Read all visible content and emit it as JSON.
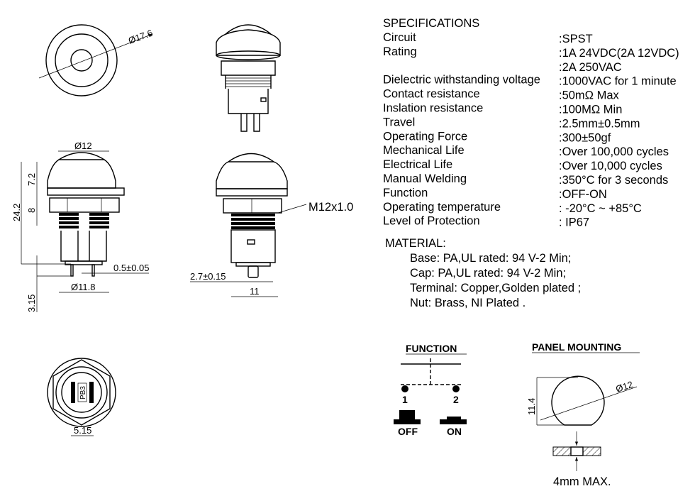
{
  "specifications": {
    "title": "SPECIFICATIONS",
    "rows": [
      {
        "label": "Circuit",
        "value": ":SPST"
      },
      {
        "label": "Rating",
        "value": ":1A 24VDC(2A 12VDC)"
      },
      {
        "label": "",
        "value": ":2A 250VAC"
      },
      {
        "label": "Dielectric withstanding voltage",
        "value": ":1000VAC for 1 minute"
      },
      {
        "label": "Contact resistance",
        "value": ":50mΩ   Max"
      },
      {
        "label": "Inslation resistance",
        "value": ":100MΩ  Min"
      },
      {
        "label": "Travel",
        "value": ":2.5mm±0.5mm"
      },
      {
        "label": "Operating Force",
        "value": ":300±50gf"
      },
      {
        "label": "Mechanical Life",
        "value": ":Over 100,000 cycles"
      },
      {
        "label": "Electrical Life",
        "value": ":Over 10,000 cycles"
      },
      {
        "label": "Manual Welding",
        "value": ":350°C for 3 seconds"
      },
      {
        "label": "Function",
        "value": ":OFF-ON"
      },
      {
        "label": "Operating temperature",
        "value": ": -20°C ~ +85°C"
      },
      {
        "label": "Level of Protection",
        "value": ": IP67"
      }
    ]
  },
  "material": {
    "title": "MATERIAL:",
    "lines": [
      "Base: PA,UL rated: 94 V-2 Min;",
      "Cap: PA,UL rated: 94 V-2 Min;",
      "Terminal: Copper,Golden plated ;",
      "Nut: Brass, NI Plated ."
    ]
  },
  "dimensions": {
    "top_diameter": "Ø17.6",
    "cap_diameter": "Ø12",
    "cap_height": "7.2",
    "total_height": "24.2",
    "thread_length": "8",
    "pin_width": "0.5±0.05",
    "body_diameter": "Ø11.8",
    "pin_length": "3.15",
    "thread": "M12x1.0",
    "pin_spacing": "2.7±0.15",
    "body_width": "11",
    "bottom_marking": "PB3",
    "bottom_dim": "5.15"
  },
  "function_diagram": {
    "title": "FUNCTION",
    "terminal_1": "1",
    "terminal_2": "2",
    "state_off": "OFF",
    "state_on": "ON"
  },
  "panel_mounting": {
    "title": "PANEL MOUNTING",
    "hole_diameter": "Ø12",
    "flat_height": "11.4",
    "thickness": "4mm MAX."
  }
}
